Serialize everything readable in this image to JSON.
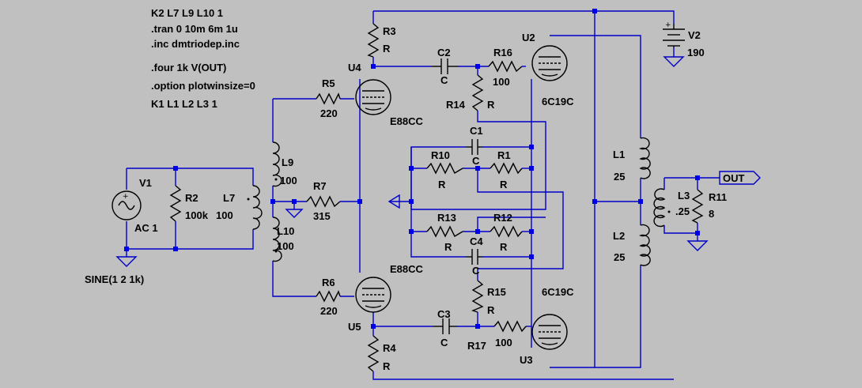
{
  "directives": [
    "K2 L7 L9 L10 1",
    ".tran 0 10m 6m 1u",
    ".inc dmtriodep.inc",
    ".four 1k V(OUT)",
    ".option plotwinsize=0",
    "K1 L1 L2 L3 1"
  ],
  "components": {
    "R3": {
      "name": "R3",
      "value": "R"
    },
    "R4": {
      "name": "R4",
      "value": "R"
    },
    "R5": {
      "name": "R5",
      "value": "220"
    },
    "R6": {
      "name": "R6",
      "value": "220"
    },
    "R7": {
      "name": "R7",
      "value": "315"
    },
    "R2": {
      "name": "R2",
      "value": "100k"
    },
    "R16": {
      "name": "R16",
      "value": "100"
    },
    "R17": {
      "name": "R17",
      "value": "100"
    },
    "R14": {
      "name": "R14",
      "value": "R"
    },
    "R15": {
      "name": "R15",
      "value": "R"
    },
    "R10": {
      "name": "R10",
      "value": "R"
    },
    "R1": {
      "name": "R1",
      "value": "R"
    },
    "R13": {
      "name": "R13",
      "value": "R"
    },
    "R12": {
      "name": "R12",
      "value": "R"
    },
    "R11": {
      "name": "R11",
      "value": "8"
    },
    "C1": {
      "name": "C1",
      "value": "C"
    },
    "C2": {
      "name": "C2",
      "value": "C"
    },
    "C3": {
      "name": "C3",
      "value": "C"
    },
    "C4": {
      "name": "C4",
      "value": "C"
    },
    "L7": {
      "name": "L7",
      "value": "100"
    },
    "L9": {
      "name": "L9",
      "value": "100"
    },
    "L10": {
      "name": "L10",
      "value": "100"
    },
    "L1": {
      "name": "L1",
      "value": "25"
    },
    "L2": {
      "name": "L2",
      "value": "25"
    },
    "L3": {
      "name": "L3",
      "value": ".25"
    },
    "V1": {
      "name": "V1",
      "value": "AC 1",
      "extra": "SINE(1 2 1k)"
    },
    "V2": {
      "name": "V2",
      "value": "190"
    },
    "U4": {
      "name": "U4",
      "model": "E88CC"
    },
    "U5": {
      "name": "U5",
      "model": "E88CC"
    },
    "U2": {
      "name": "U2",
      "model": "6C19C"
    },
    "U3": {
      "name": "U3",
      "model": "6C19C"
    }
  },
  "net_label": "OUT",
  "colors": {
    "background": "#c0c0c0",
    "wire": "#0000c8",
    "junction": "#0000e6",
    "component": "#000000"
  }
}
